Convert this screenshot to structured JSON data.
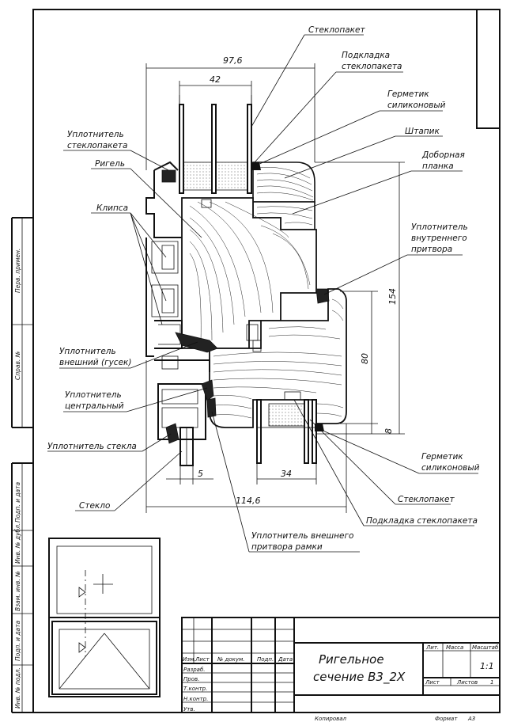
{
  "labels": {
    "steklopaket_top": "Стеклопакет",
    "podkladka_top": "Подкладка стеклопакета",
    "germetik_top": "Герметик силиконовый",
    "shtapik": "Штапик",
    "dobornaya": "Доборная планка",
    "uplot_stekl": "Уплотнитель стеклопакета",
    "rigel": "Ригель",
    "klipsa": "Клипса",
    "uplot_vnutr": "Уплотнитель внутреннего притвора",
    "uplot_vnesh": "Уплотнитель внешний (гусек)",
    "uplot_centr": "Уплотнитель центральный",
    "uplot_stekla": "Уплотнитель стекла",
    "steklo": "Стекло",
    "germetik_bot": "Герметик силиконовый",
    "steklopaket_bot": "Стеклопакет",
    "podkladka_bot": "Подкладка стеклопакета",
    "uplot_ramki": "Уплотнитель внешнего притвора рамки"
  },
  "dimensions": {
    "d97": "97,6",
    "d42": "42",
    "d154": "154",
    "d80": "80",
    "d8": "8",
    "d5": "5",
    "d34": "34",
    "d114": "114,6"
  },
  "title_block": {
    "title_line1": "Ригельное",
    "title_line2": "сечение В3_2Х",
    "izm": "Изм.",
    "list": "Лист",
    "ndokum": "№ докум.",
    "podp": "Подп.",
    "data": "Дата",
    "razrab": "Разраб.",
    "prov": "Пров.",
    "tkontr": "Т.контр.",
    "nkontr": "Н.контр.",
    "utv": "Утв.",
    "lit": "Лит.",
    "massa": "Масса",
    "masshtab": "Масштаб",
    "scale_value": "1:1",
    "list2": "Лист",
    "listov": "Листов",
    "listov_value": "1",
    "kopiroval": "Копировал",
    "format": "Формат",
    "format_value": "А3"
  },
  "side_stamp": {
    "perv_primen": "Перв. примен.",
    "sprav": "Справ. №",
    "podp_data1": "Подп. и дата",
    "inv_dubl": "Инв. № дубл.",
    "vzam_inv": "Взам. инв. №",
    "podp_data2": "Подп. и дата",
    "inv_podl": "Инв. № подл."
  }
}
